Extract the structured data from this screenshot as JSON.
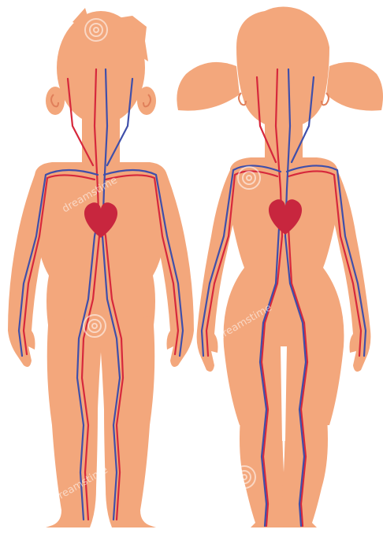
{
  "colors": {
    "background": "#ffffff",
    "skin": "#f3a77c",
    "ear_detail": "#e07f5a",
    "artery": "#d6283c",
    "vein": "#3f4faa",
    "heart": "#c8263e",
    "watermark": "#ffffff"
  },
  "figures": [
    {
      "name": "boy",
      "heart": "heart-icon"
    },
    {
      "name": "girl",
      "heart": "heart-icon"
    }
  ],
  "watermark": {
    "text": "dreamstime",
    "logo": "spiral-logo-icon"
  }
}
